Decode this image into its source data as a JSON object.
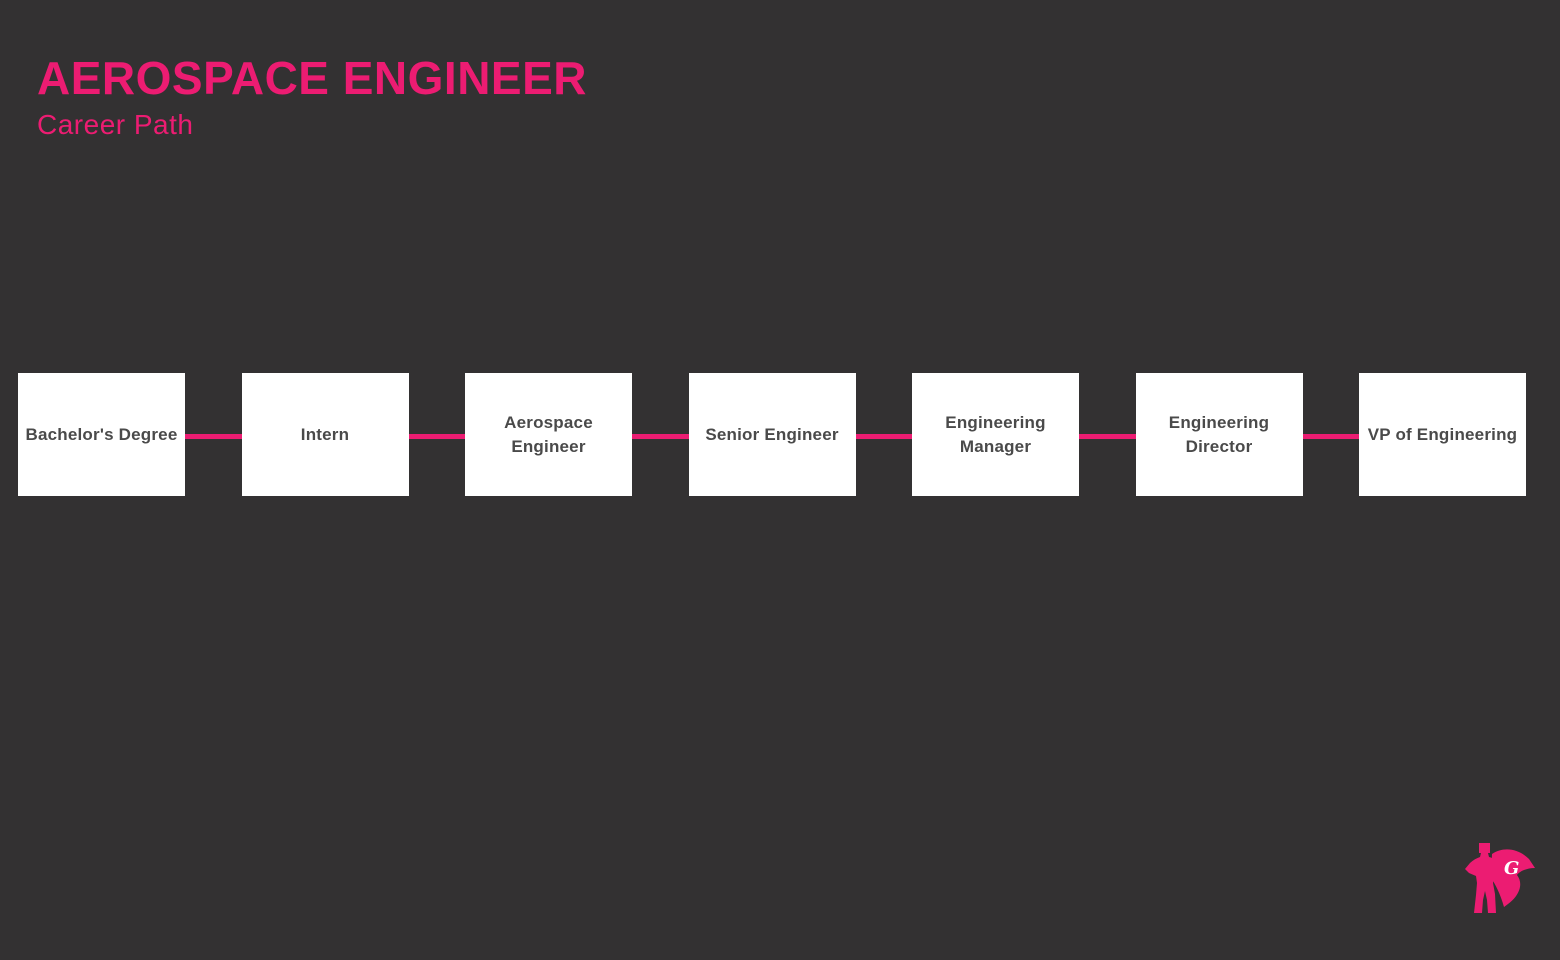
{
  "canvas": {
    "background_color": "#333132",
    "accent_color": "#EC1C72",
    "card_background": "#FFFFFF",
    "card_text_color": "#4A4A4A"
  },
  "header": {
    "title": "AEROSPACE ENGINEER",
    "subtitle": "Career Path"
  },
  "career_path": {
    "steps": [
      {
        "label": "Bachelor's Degree"
      },
      {
        "label": "Intern"
      },
      {
        "label": "Aerospace\nEngineer"
      },
      {
        "label": "Senior Engineer"
      },
      {
        "label": "Engineering\nManager"
      },
      {
        "label": "Engineering\nDirector"
      },
      {
        "label": "VP of Engineering"
      }
    ]
  },
  "logo": {
    "letter": "G"
  }
}
